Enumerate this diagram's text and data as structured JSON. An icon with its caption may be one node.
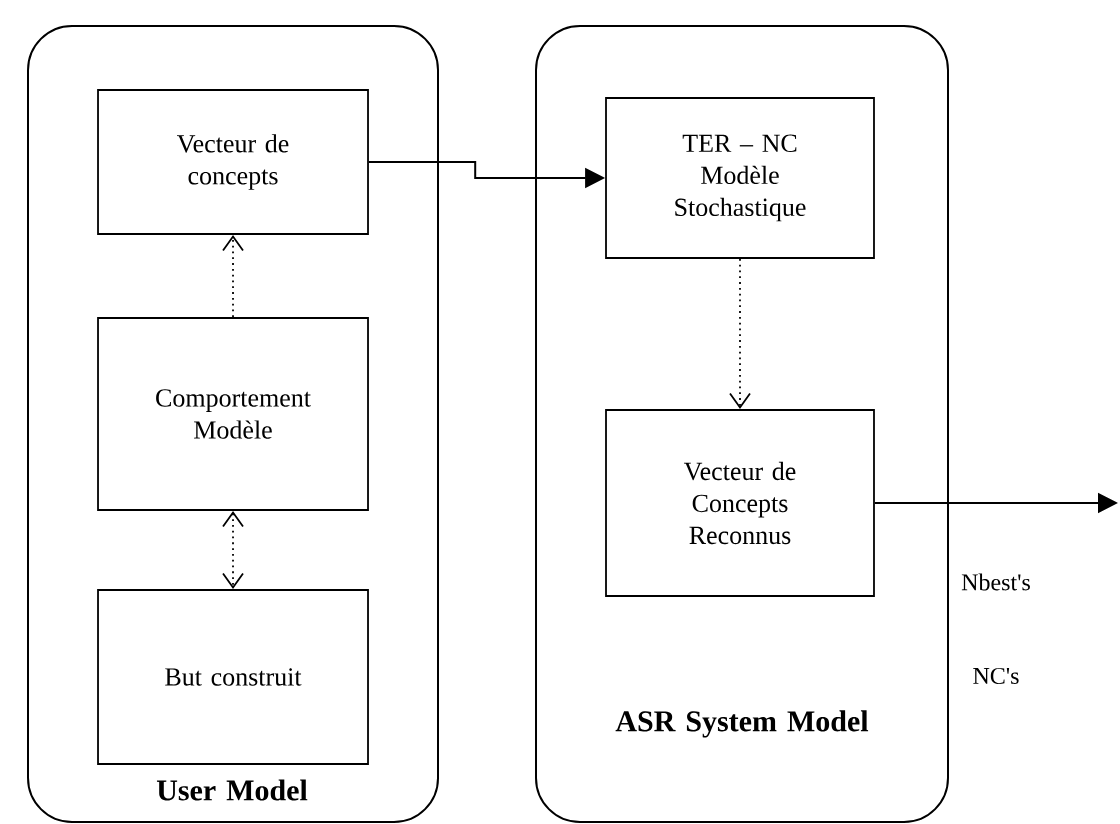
{
  "diagram": {
    "nodes": [
      {
        "text": [
          "User Model"
        ]
      },
      {
        "text": [
          "Vecteur de concepts"
        ],
        "in": 0
      },
      {
        "text": [
          "Comportement Modèle"
        ],
        "in": 0
      },
      {
        "text": [
          "But construit"
        ],
        "in": 0
      },
      {
        "text": [
          "ASR System Model"
        ]
      },
      {
        "text": [
          "TER – NC Modèle Stochastique"
        ],
        "in": 4
      },
      {
        "text": [
          "Vecteur de Concepts Reconnus"
        ],
        "in": 4
      }
    ],
    "edges": [
      {
        "from": 1,
        "to": 5,
        "arrow": "to"
      },
      {
        "from": 2,
        "to": 1,
        "arrow": "to",
        "style": "dashed"
      },
      {
        "from": 2,
        "to": 3,
        "arrow": "both",
        "style": "dashed"
      },
      {
        "from": 5,
        "to": 6,
        "arrow": "to",
        "style": "dashed"
      },
      {
        "from": 6,
        "to": null,
        "arrow": "to"
      }
    ],
    "labels": [
      "Nbest's",
      "NC's"
    ]
  }
}
